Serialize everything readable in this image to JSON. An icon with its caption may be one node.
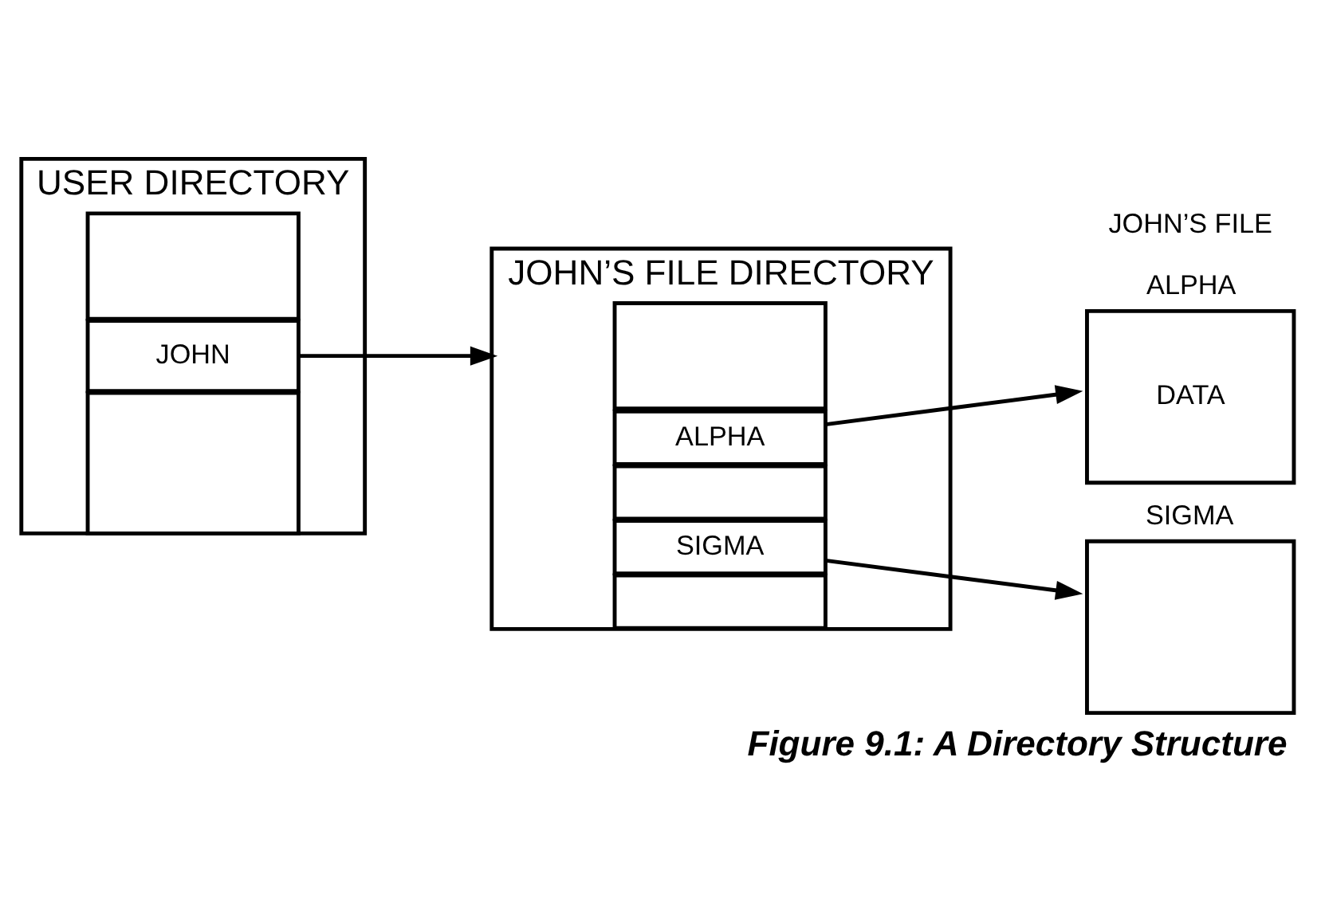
{
  "diagram": {
    "caption": "Figure 9.1: A Directory Structure",
    "nodes": [
      {
        "text": [
          "USER DIRECTORY"
        ]
      },
      {
        "text": [],
        "shape": "box",
        "in": 0
      },
      {
        "text": [
          "JOHN"
        ],
        "in": 0
      },
      {
        "text": [],
        "shape": "box",
        "in": 0
      },
      {
        "text": [
          "JOHN’S FILE DIRECTORY"
        ]
      },
      {
        "text": [],
        "shape": "box",
        "in": 4
      },
      {
        "text": [
          "ALPHA"
        ],
        "in": 4
      },
      {
        "text": [],
        "shape": "box",
        "in": 4
      },
      {
        "text": [
          "SIGMA"
        ],
        "in": 4
      },
      {
        "text": [],
        "shape": "box",
        "in": 4
      },
      {
        "text": [
          "ALPHA",
          "DATA"
        ]
      },
      {
        "text": [
          "SIGMA"
        ]
      }
    ],
    "edges": [
      {
        "from": 2,
        "to": 4,
        "arrow": "to"
      },
      {
        "from": 6,
        "to": 10,
        "arrow": "to"
      },
      {
        "from": 8,
        "to": 11,
        "arrow": "to"
      }
    ],
    "labels": [
      "JOHN’S FILE"
    ]
  }
}
